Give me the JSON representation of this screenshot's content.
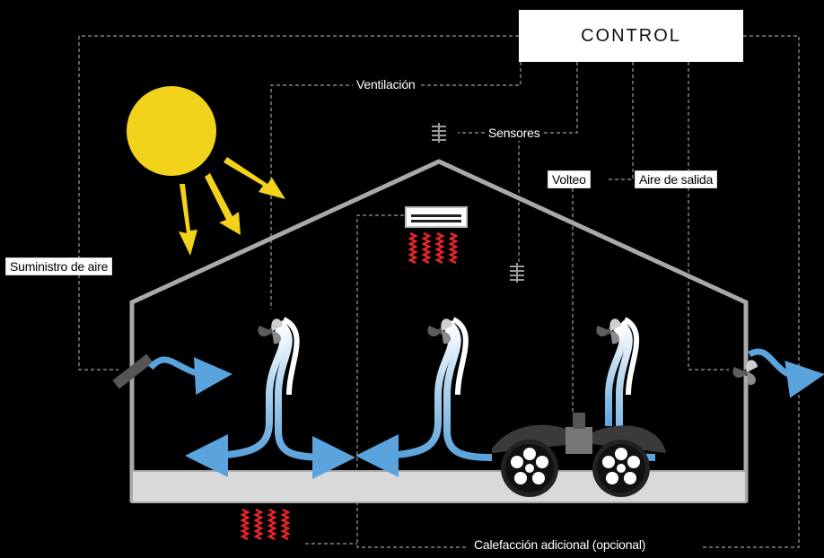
{
  "control": {
    "label": "CONTROL"
  },
  "labels": {
    "ventilation": "Ventilación",
    "sensors": "Sensores",
    "turning": "Volteo",
    "exhaust_air": "Aire de salida",
    "air_supply": "Suministro de aire",
    "additional_heating": "Calefacción adicional (opcional)"
  },
  "colors": {
    "sun": "#f2d21b",
    "arrow_blue": "#5aa3dc",
    "heater_red": "#e8262b",
    "house_outline": "#a9a9a9",
    "floor": "#d9d9d9"
  }
}
